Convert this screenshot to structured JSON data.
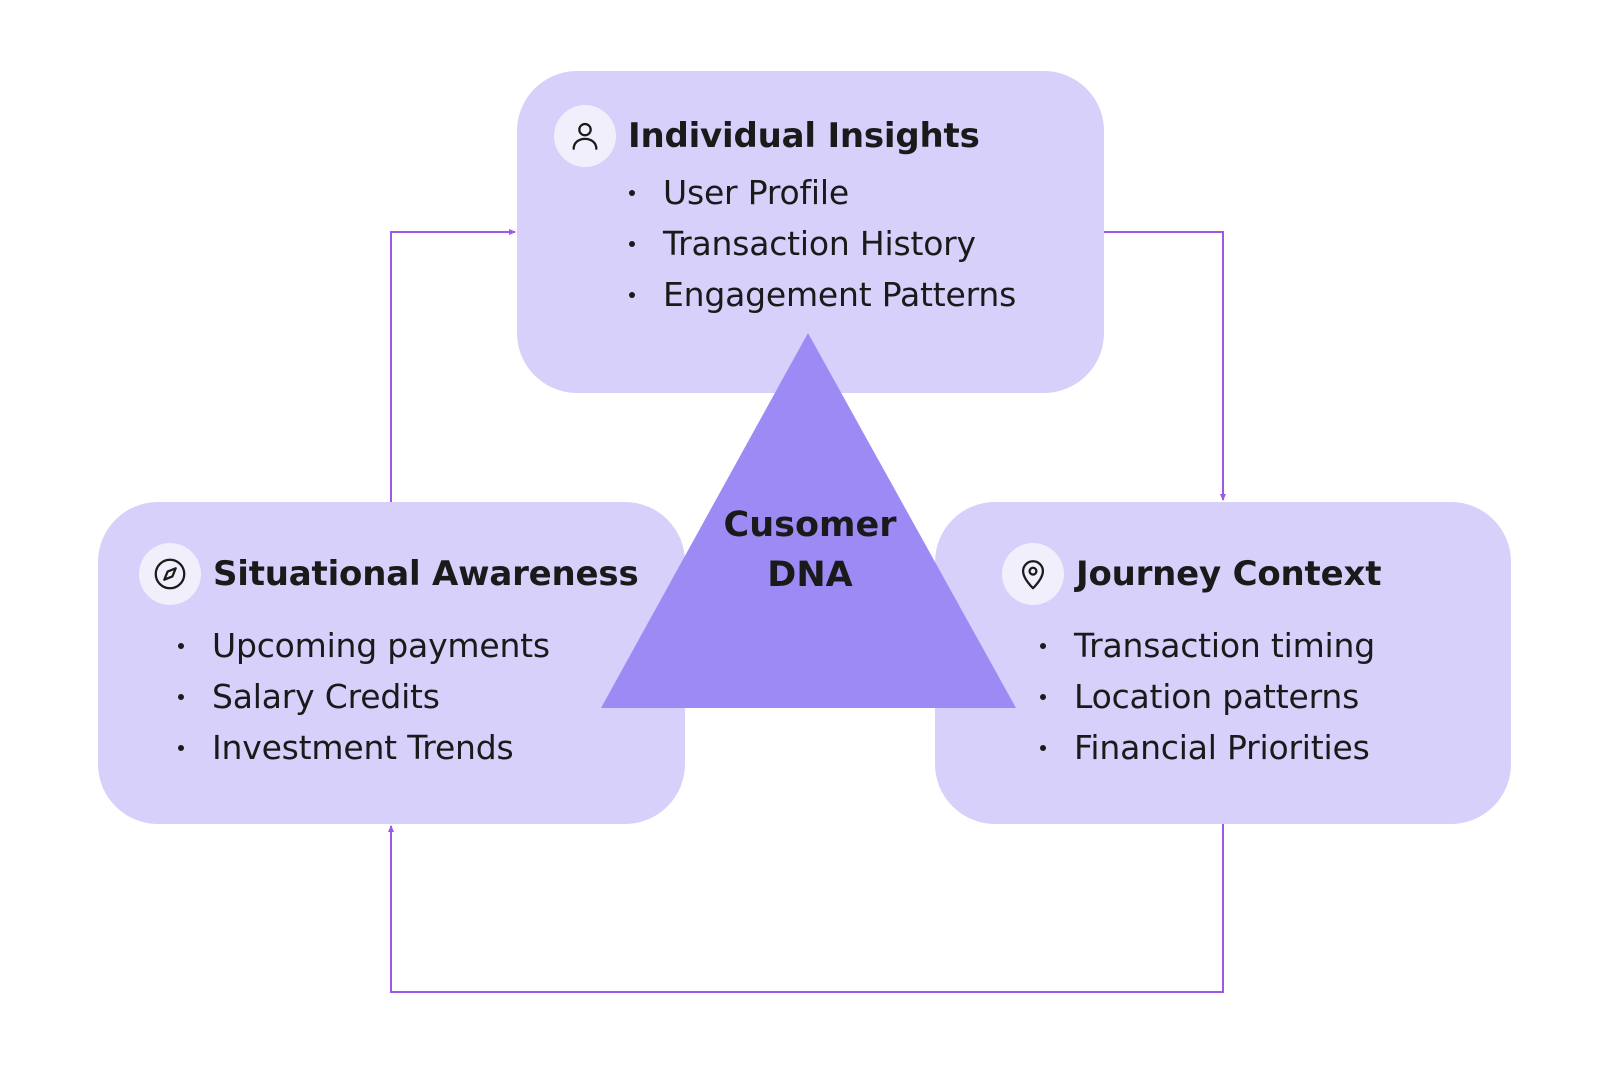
{
  "diagram": {
    "center": {
      "line1": "Cusomer",
      "line2": "DNA"
    },
    "cards": {
      "individual": {
        "title": "Individual Insights",
        "icon": "user-icon",
        "items": [
          "User Profile",
          "Transaction History",
          "Engagement Patterns"
        ]
      },
      "situational": {
        "title": "Situational Awareness",
        "icon": "compass-icon",
        "items": [
          "Upcoming payments",
          "Salary Credits",
          "Investment Trends"
        ]
      },
      "journey": {
        "title": "Journey Context",
        "icon": "map-pin-icon",
        "items": [
          "Transaction timing",
          "Location patterns",
          "Financial Priorities"
        ]
      }
    },
    "colors": {
      "card_fill": "#d6d0fa",
      "triangle_fill": "#9d8af4",
      "connector": "#9b59e6",
      "icon_bg": "#f1effc"
    }
  }
}
